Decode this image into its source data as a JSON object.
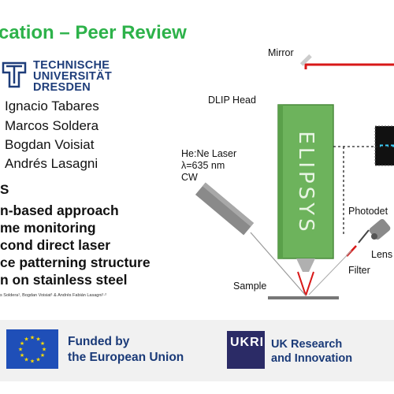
{
  "slide": {
    "title": "cation – Peer Review"
  },
  "affiliation": {
    "logo_lines": [
      "TECHNISCHE",
      "UNIVERSITÄT",
      "DRESDEN"
    ]
  },
  "authors": [
    "Ignacio Tabares",
    "Marcos Soldera",
    "Bogdan Voisiat",
    "Andrés Lasagni"
  ],
  "section_label": "S",
  "bullets": [
    "n-based approach",
    "me monitoring",
    "cond direct laser",
    "ce patterning structure",
    "n on stainless steel"
  ],
  "citation": "s Soldera¹, Bogdan Voisiat¹ & Andrés Fabián Lasagni¹·²",
  "diagram": {
    "mirror": "Mirror",
    "dlip_head": "DLIP Head",
    "ellipsys": "ELIPSYS",
    "laser_lines": [
      "He:Ne Laser",
      "λ=635 nm",
      "CW"
    ],
    "photodetector": "Photodet",
    "lens": "Lens",
    "filter": "Filter",
    "sample": "Sample"
  },
  "funding": {
    "eu_lines": [
      "Funded by",
      "the European Union"
    ],
    "ukri_logo_text": "UKRI",
    "ukri_lines": [
      "UK Research",
      "and Innovation"
    ]
  },
  "colors": {
    "title_green": "#2db24a",
    "head_green": "#6db35c",
    "laser_red": "#d81818",
    "navy": "#1a3a78",
    "eu_blue": "#1f4fb8",
    "eu_star": "#ffdd00"
  }
}
